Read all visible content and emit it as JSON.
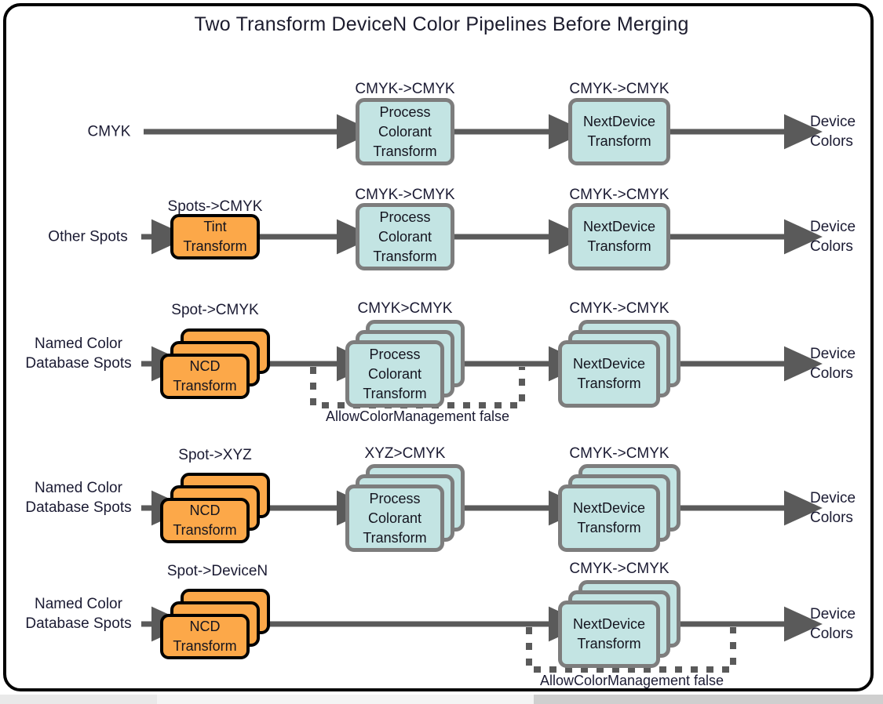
{
  "title": "Two Transform DeviceN Color Pipelines Before Merging",
  "colors": {
    "teal_fill": "#c3e4e3",
    "teal_border": "#7d7d7d",
    "orange_fill": "#fca849",
    "orange_border": "#000000",
    "arrow": "#5a5a5a",
    "text": "#1b1b33",
    "frame": "#000000"
  },
  "output_label": "Device\nColors",
  "outputs": {
    "line1": "Device",
    "line2": "Colors"
  },
  "bypass_label": "AllowColorManagement false",
  "rows": [
    {
      "id": "row-cmyk",
      "source": {
        "line1": "CMYK",
        "line2": ""
      },
      "stages": [
        {
          "id": "process-colorant-transform",
          "caption": "CMYK->CMYK",
          "lines": [
            "Process",
            "Colorant",
            "Transform"
          ],
          "style": "teal",
          "stacked": false
        },
        {
          "id": "nextdevice-transform",
          "caption": "CMYK->CMYK",
          "lines": [
            "NextDevice",
            "Transform"
          ],
          "style": "teal",
          "stacked": false
        }
      ],
      "bypass": null,
      "output": {
        "line1": "Device",
        "line2": "Colors"
      }
    },
    {
      "id": "row-other-spots",
      "source": {
        "line1": "Other Spots",
        "line2": ""
      },
      "stages": [
        {
          "id": "tint-transform",
          "caption": "Spots->CMYK",
          "lines": [
            "Tint",
            "Transform"
          ],
          "style": "orange",
          "stacked": false
        },
        {
          "id": "process-colorant-transform",
          "caption": "CMYK->CMYK",
          "lines": [
            "Process",
            "Colorant",
            "Transform"
          ],
          "style": "teal",
          "stacked": false
        },
        {
          "id": "nextdevice-transform",
          "caption": "CMYK->CMYK",
          "lines": [
            "NextDevice",
            "Transform"
          ],
          "style": "teal",
          "stacked": false
        }
      ],
      "bypass": null,
      "output": {
        "line1": "Device",
        "line2": "Colors"
      }
    },
    {
      "id": "row-ncd-cmyk",
      "source": {
        "line1": "Named Color",
        "line2": "Database Spots"
      },
      "stages": [
        {
          "id": "ncd-transform",
          "caption": "Spot->CMYK",
          "lines": [
            "NCD",
            "Transform"
          ],
          "style": "orange",
          "stacked": true
        },
        {
          "id": "process-colorant-transform",
          "caption": "CMYK>CMYK",
          "lines": [
            "Process",
            "Colorant",
            "Transform"
          ],
          "style": "teal",
          "stacked": true
        },
        {
          "id": "nextdevice-transform",
          "caption": "CMYK->CMYK",
          "lines": [
            "NextDevice",
            "Transform"
          ],
          "style": "teal",
          "stacked": true
        }
      ],
      "bypass": {
        "label": "AllowColorManagement false",
        "around": "process-colorant-transform"
      },
      "output": {
        "line1": "Device",
        "line2": "Colors"
      }
    },
    {
      "id": "row-ncd-xyz",
      "source": {
        "line1": "Named Color",
        "line2": "Database Spots"
      },
      "stages": [
        {
          "id": "ncd-transform",
          "caption": "Spot->XYZ",
          "lines": [
            "NCD",
            "Transform"
          ],
          "style": "orange",
          "stacked": true
        },
        {
          "id": "process-colorant-transform",
          "caption": "XYZ>CMYK",
          "lines": [
            "Process",
            "Colorant",
            "Transform"
          ],
          "style": "teal",
          "stacked": true
        },
        {
          "id": "nextdevice-transform",
          "caption": "CMYK->CMYK",
          "lines": [
            "NextDevice",
            "Transform"
          ],
          "style": "teal",
          "stacked": true
        }
      ],
      "bypass": null,
      "output": {
        "line1": "Device",
        "line2": "Colors"
      }
    },
    {
      "id": "row-ncd-devicen",
      "source": {
        "line1": "Named Color",
        "line2": "Database Spots"
      },
      "stages": [
        {
          "id": "ncd-transform",
          "caption": "Spot->DeviceN",
          "lines": [
            "NCD",
            "Transform"
          ],
          "style": "orange",
          "stacked": true
        },
        {
          "id": "nextdevice-transform",
          "caption": "CMYK->CMYK",
          "lines": [
            "NextDevice",
            "Transform"
          ],
          "style": "teal",
          "stacked": true
        }
      ],
      "bypass": {
        "label": "AllowColorManagement false",
        "around": "nextdevice-transform"
      },
      "output": {
        "line1": "Device",
        "line2": "Colors"
      }
    }
  ]
}
